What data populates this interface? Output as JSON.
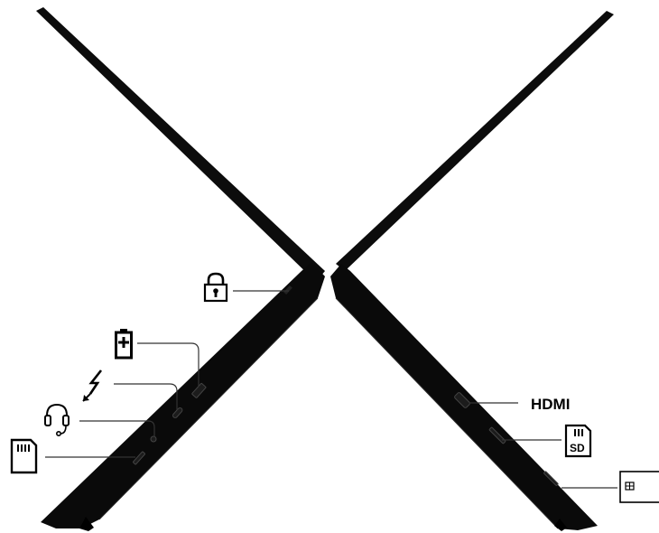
{
  "diagram": {
    "left_side_ports": [
      {
        "id": "security-lock-slot",
        "icon": "lock-icon"
      },
      {
        "id": "usb-a",
        "icon": "battery-icon"
      },
      {
        "id": "usb-c",
        "icon": "lightning-icon"
      },
      {
        "id": "audio-jack",
        "icon": "headset-icon"
      },
      {
        "id": "card-reader",
        "icon": "memory-card-icon"
      }
    ],
    "right_side_ports": [
      {
        "id": "hdmi",
        "label": "HDMI"
      },
      {
        "id": "sd-card",
        "label": "SD",
        "icon": "sd-card-icon"
      },
      {
        "id": "smart-card",
        "icon": "smart-card-icon"
      }
    ],
    "colors": {
      "body": "#0a0a0a",
      "line": "#333333",
      "background": "#ffffff"
    }
  }
}
